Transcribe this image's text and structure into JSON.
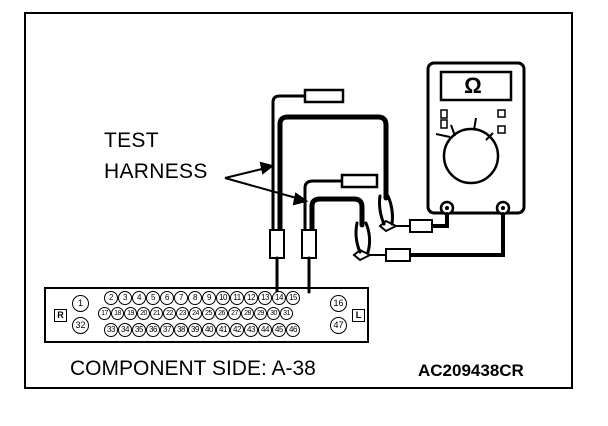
{
  "labels": {
    "test": "TEST",
    "harness": "HARNESS",
    "caption": "COMPONENT SIDE: A-38",
    "figure_code": "AC209438CR"
  },
  "meter": {
    "symbol": "Ω"
  },
  "connector": {
    "left_marker": "R",
    "right_marker": "L",
    "left_top_pin": "1",
    "left_bottom_pin": "32",
    "right_top_pin": "16",
    "right_bottom_pin": "47",
    "row1": [
      "2",
      "3",
      "4",
      "5",
      "6",
      "7",
      "8",
      "9",
      "10",
      "11",
      "12",
      "13",
      "14",
      "15"
    ],
    "row2": [
      "17",
      "18",
      "19",
      "20",
      "21",
      "22",
      "23",
      "24",
      "25",
      "26",
      "27",
      "28",
      "29",
      "30",
      "31"
    ],
    "row3": [
      "33",
      "34",
      "35",
      "36",
      "37",
      "38",
      "39",
      "40",
      "41",
      "42",
      "43",
      "44",
      "45",
      "46"
    ]
  }
}
